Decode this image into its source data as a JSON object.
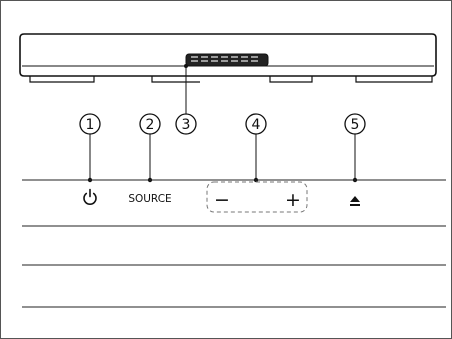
{
  "callouts": [
    {
      "number": "1"
    },
    {
      "number": "2"
    },
    {
      "number": "3"
    },
    {
      "number": "4"
    },
    {
      "number": "5"
    }
  ],
  "controls": {
    "power_icon": "power-icon",
    "source_label": "SOURCE",
    "volume_minus_symbol": "−",
    "volume_plus_symbol": "+",
    "eject_icon": "eject-icon"
  },
  "colors": {
    "frame": "#555555",
    "line": "#222222",
    "ink": "#111111"
  }
}
